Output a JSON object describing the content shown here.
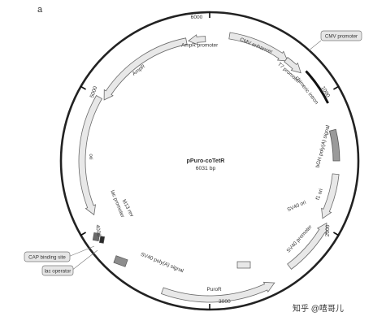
{
  "panel_label": "a",
  "plasmid": {
    "name": "pPuro-coTetR",
    "size": "6031 bp"
  },
  "scale_marks": [
    "6000",
    "1000",
    "2000",
    "3000",
    "4000",
    "5000"
  ],
  "features": [
    {
      "id": "cmv-enhancer",
      "label": "CMV enhancer"
    },
    {
      "id": "t7-promoter",
      "label": "T7 promoter"
    },
    {
      "id": "chimeric-intron",
      "label": "chimeric intron"
    },
    {
      "id": "bgh-polya",
      "label": "bGH poly(A) signal"
    },
    {
      "id": "f1-ori",
      "label": "f1 ori"
    },
    {
      "id": "sv40-promoter",
      "label": "SV40 promoter"
    },
    {
      "id": "sv40-ori",
      "label": "SV40 ori"
    },
    {
      "id": "puror",
      "label": "PuroR"
    },
    {
      "id": "sv40-polya",
      "label": "SV40 poly(A) signal"
    },
    {
      "id": "lac-promoter",
      "label": "lac promoter"
    },
    {
      "id": "m13-rev",
      "label": "M13 rev"
    },
    {
      "id": "ori",
      "label": "ori"
    },
    {
      "id": "ampr",
      "label": "AmpR"
    },
    {
      "id": "ampr-promoter",
      "label": "AmpR promoter"
    }
  ],
  "callouts": {
    "cmv_promoter": "CMV promoter",
    "cap_binding_site": "CAP binding site",
    "lac_operator": "lac operator"
  },
  "watermark": "知乎 @嘻哥儿"
}
